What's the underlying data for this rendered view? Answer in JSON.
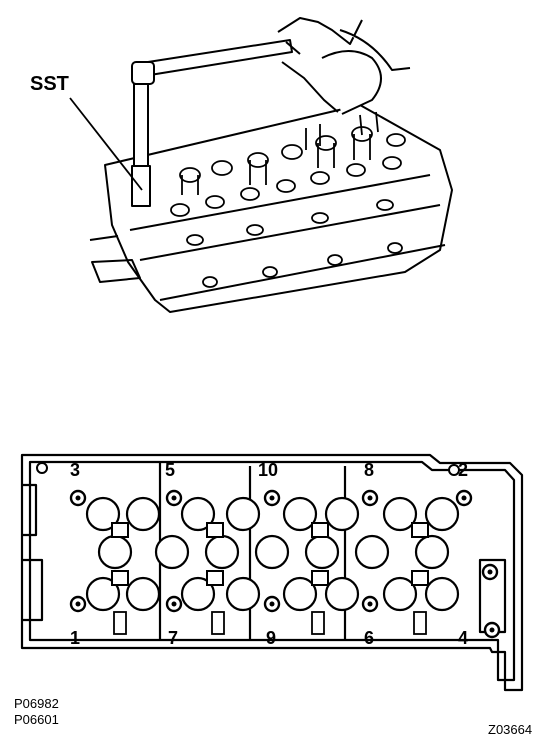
{
  "figure": {
    "tool_label": "SST",
    "bolt_sequence_labels": [
      "1",
      "2",
      "3",
      "4",
      "5",
      "6",
      "7",
      "8",
      "9",
      "10"
    ],
    "reference_codes": [
      "P06982",
      "P06601"
    ],
    "figure_code": "Z03664"
  }
}
